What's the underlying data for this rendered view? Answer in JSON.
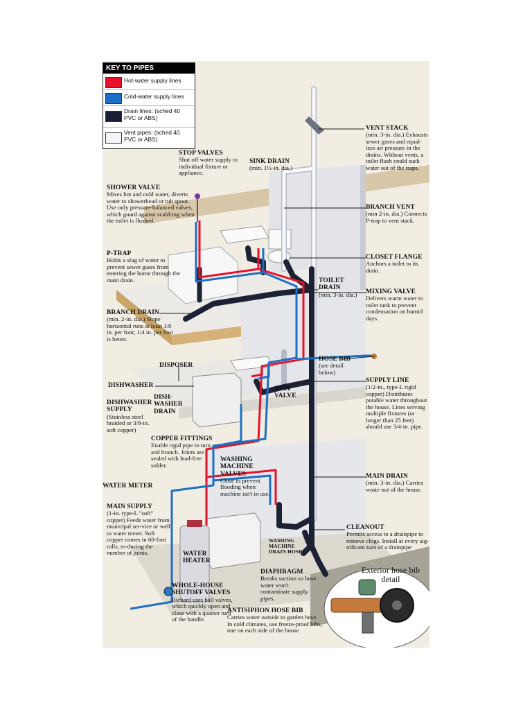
{
  "key": {
    "title": "KEY TO PIPES",
    "items": [
      {
        "label": "Hot-water supply lines",
        "color": "#e8102a"
      },
      {
        "label": "Cold-water supply lines",
        "color": "#1d6fc4"
      },
      {
        "label": "Drain lines: (sched 40 PVC or ABS)",
        "color": "#1a1f33"
      },
      {
        "label": "Vent pipes: (sched 40 PVC or ABS)",
        "color": "#f2f4f8"
      }
    ]
  },
  "labels": {
    "vent_stack": {
      "head": "VENT STACK",
      "desc": "(min. 3-in. dia.) Exhausts sewer gases and equal-izes air pressure in the drains. Without vents, a toilet flush could suck water out of the traps."
    },
    "stop_valves": {
      "head": "STOP VALVES",
      "desc": "Shut off water supply to individual fixture or appliance."
    },
    "sink_drain": {
      "head": "SINK DRAIN",
      "desc": "(min. 1½-in. dia.)"
    },
    "shower_valve": {
      "head": "SHOWER VALVE",
      "desc": "Mixes hot and cold water, diverts water to showerhead or tub spout. Use only pressure-balanced valves, which guard against scald-ing when the toilet is flushed."
    },
    "branch_vent": {
      "head": "BRANCH VENT",
      "desc": "(min 2-in. dia.) Connects P-trap to vent stack."
    },
    "p_trap": {
      "head": "P-TRAP",
      "desc": "Holds a slug of water to prevent sewer gases from entering the home through the main drain."
    },
    "closet_flange": {
      "head": "CLOSET FLANGE",
      "desc": "Anchors a toilet to its drain."
    },
    "toilet_drain": {
      "head": "TOILET DRAIN",
      "desc": "(min. 3-in. dia.)"
    },
    "mixing_valve": {
      "head": "MIXING VALVE",
      "desc": "Delivers warm water to toilet tank to prevent condensation on humid days."
    },
    "branch_drain": {
      "head": "BRANCH DRAIN",
      "desc": "(min. 2-in. dia.) Slope horizontal runs at least 1/8 in. per foot; 1/4 in. per foot is better."
    },
    "hose_bib": {
      "head": "HOSE BIB",
      "desc": "(see detail below)"
    },
    "disposer": {
      "head": "DISPOSER"
    },
    "supply_line": {
      "head": "SUPPLY LINE",
      "desc": "(1/2-in., type-L rigid copper) Distributes potable water throughout the house. Lines serving multiple fixtures (or longer than 25 feet) should use 3/4-in. pipe."
    },
    "dishwasher": {
      "head": "DISHWASHER"
    },
    "stop_valve": {
      "head": "STOP VALVE"
    },
    "dishwasher_drain": {
      "head": "DISH-WASHER DRAIN"
    },
    "dishwasher_supply": {
      "head": "DISHWASHER SUPPLY",
      "desc": "(Stainless steel braided or 3/8-in. soft copper)"
    },
    "copper_fittings": {
      "head": "COPPER FITTINGS",
      "desc": "Enable rigid pipe to turn and branch. Joints are sealed with lead-free solder."
    },
    "washing_machine_valves": {
      "head": "WASHING MACHINE VALVES",
      "desc": "Close to prevent flooding when machine isn't in use."
    },
    "water_meter": {
      "head": "WATER METER"
    },
    "main_drain": {
      "head": "MAIN DRAIN",
      "desc": "(min. 3-in. dia.) Carries waste out of the house."
    },
    "main_supply": {
      "head": "MAIN SUPPLY",
      "desc": "(1-in. type-L \"soft\" copper) Feeds water from municipal ser-vice or well to water meter. Soft copper comes in 60-foot rolls, re-ducing the number of joints."
    },
    "water_heater": {
      "head": "WATER HEATER"
    },
    "washing_machine_drain": {
      "head": "WASHING MACHINE DRAIN HOSE"
    },
    "cleanout": {
      "head": "CLEANOUT",
      "desc": "Permits access to a drainpipe to remove clogs. Install at every sig-nificant turn of a drainpipe"
    },
    "diaphragm": {
      "head": "DIAPHRAGM",
      "desc": "Breaks suction so hose water won't contaminate supply pipes."
    },
    "whole_house_shutoff": {
      "head": "WHOLE-HOUSE SHUTOFF VALVES",
      "desc": "Richard uses ball valves, which quickly open and close with a quarter turn of the handle."
    },
    "antisiphon_hose_bib": {
      "head": "ANTISIPHON HOSE BIB",
      "desc": "Carries water outside to garden hose. In cold climates, use freeze-proof bibs, one on each side of the house"
    },
    "exterior_hose_bib": {
      "head": "Exterior hose bib detail"
    }
  }
}
